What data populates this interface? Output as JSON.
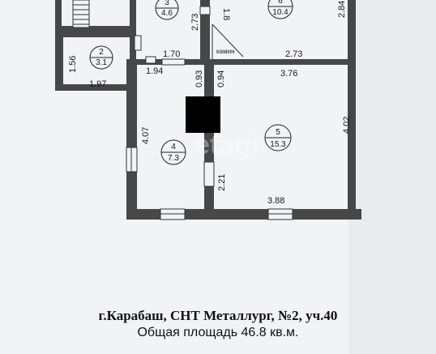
{
  "rooms": [
    {
      "id": "room-2",
      "number": "2",
      "area": "3.1"
    },
    {
      "id": "room-3",
      "number": "3",
      "area": "4.6"
    },
    {
      "id": "room-4",
      "number": "4",
      "area": "7.3"
    },
    {
      "id": "room-5",
      "number": "5",
      "area": "15.3"
    },
    {
      "id": "room-6",
      "number": "6",
      "area": "10.4"
    }
  ],
  "dimensions": {
    "d_2_73_v": "2.73",
    "d_1_8": "1.8",
    "d_2_84": "2.84",
    "d_1_56": "1.56",
    "d_1_70": "1.70",
    "d_2_73_h": "2.73",
    "d_1_94": "1.94",
    "d_1_97": "1.97",
    "d_0_93": "0.93",
    "d_0_94": "0.94",
    "d_3_76": "3.76",
    "d_4_07": "4.07",
    "d_4_02": "4.02",
    "d_2_21": "2.21",
    "d_3_88": "3.88"
  },
  "fireplace_label": "камин",
  "watermark": "etagi",
  "caption": {
    "address": "г.Карабаш, СНТ Металлург, №2, уч.40",
    "total_area": "Общая площадь 46.8  кв.м."
  }
}
